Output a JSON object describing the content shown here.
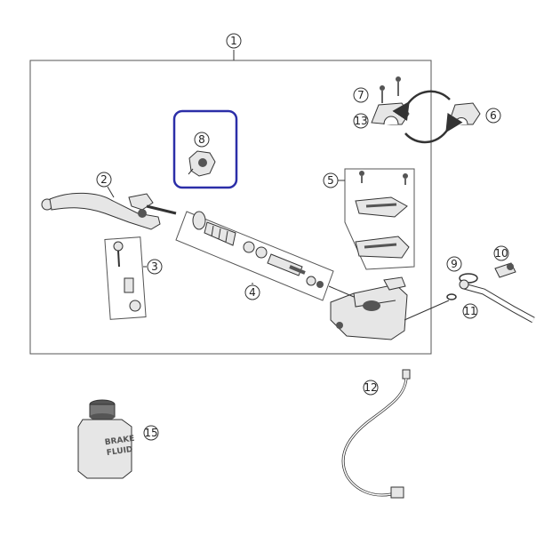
{
  "callouts": {
    "c1": "1",
    "c2": "2",
    "c3": "3",
    "c4": "4",
    "c5": "5",
    "c6": "6",
    "c7": "7",
    "c8": "8",
    "c9": "9",
    "c10": "10",
    "c11": "11",
    "c12": "12",
    "c13": "13",
    "c15": "15"
  },
  "bottle": {
    "line1": "BRAKE",
    "line2": "FLUID"
  },
  "colors": {
    "highlight": "#2b2ea8",
    "line": "#333333",
    "part_fill": "#e6e6e6",
    "part_dark": "#555555"
  }
}
